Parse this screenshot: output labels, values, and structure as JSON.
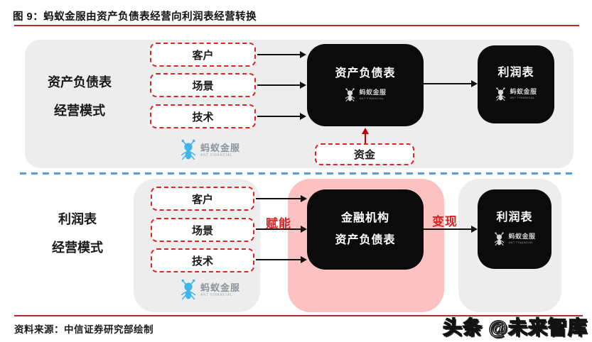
{
  "header": {
    "title": "图 9：蚂蚁金服由资产负债表经营向利润表经营转换"
  },
  "top_section": {
    "mode_label_line1": "资产负债表",
    "mode_label_line2": "经营模式",
    "inputs": [
      {
        "label": "客户"
      },
      {
        "label": "场景"
      },
      {
        "label": "技术"
      }
    ],
    "balance_sheet_box": "资产负债表",
    "profit_box": "利润表",
    "funds_box": "资金"
  },
  "bottom_section": {
    "mode_label_line1": "利润表",
    "mode_label_line2": "经营模式",
    "inputs": [
      {
        "label": "客户"
      },
      {
        "label": "场景"
      },
      {
        "label": "技术"
      }
    ],
    "empower_label": "赋能",
    "institution_box_line1": "金融机构",
    "institution_box_line2": "资产负债表",
    "monetize_label": "变现",
    "profit_box": "利润表"
  },
  "logo": {
    "name": "蚂蚁金服",
    "subtitle": "ANT FINANCIAL"
  },
  "footer": {
    "source": "资料来源：中信证券研究部绘制",
    "watermark": "头条 @未来智库"
  },
  "colors": {
    "accent_red_line": "#b02c28",
    "dashed_box_red": "#e02222",
    "flow_label_red": "#e01f1f",
    "funds_arrow_red": "#c00000",
    "panel_gray": "#ededed",
    "panel_pink": "#fcc1c1",
    "divider_blue": "#5b9bd5",
    "ant_blue": "#3fb6e8",
    "box_black": "#0b0b0b"
  }
}
